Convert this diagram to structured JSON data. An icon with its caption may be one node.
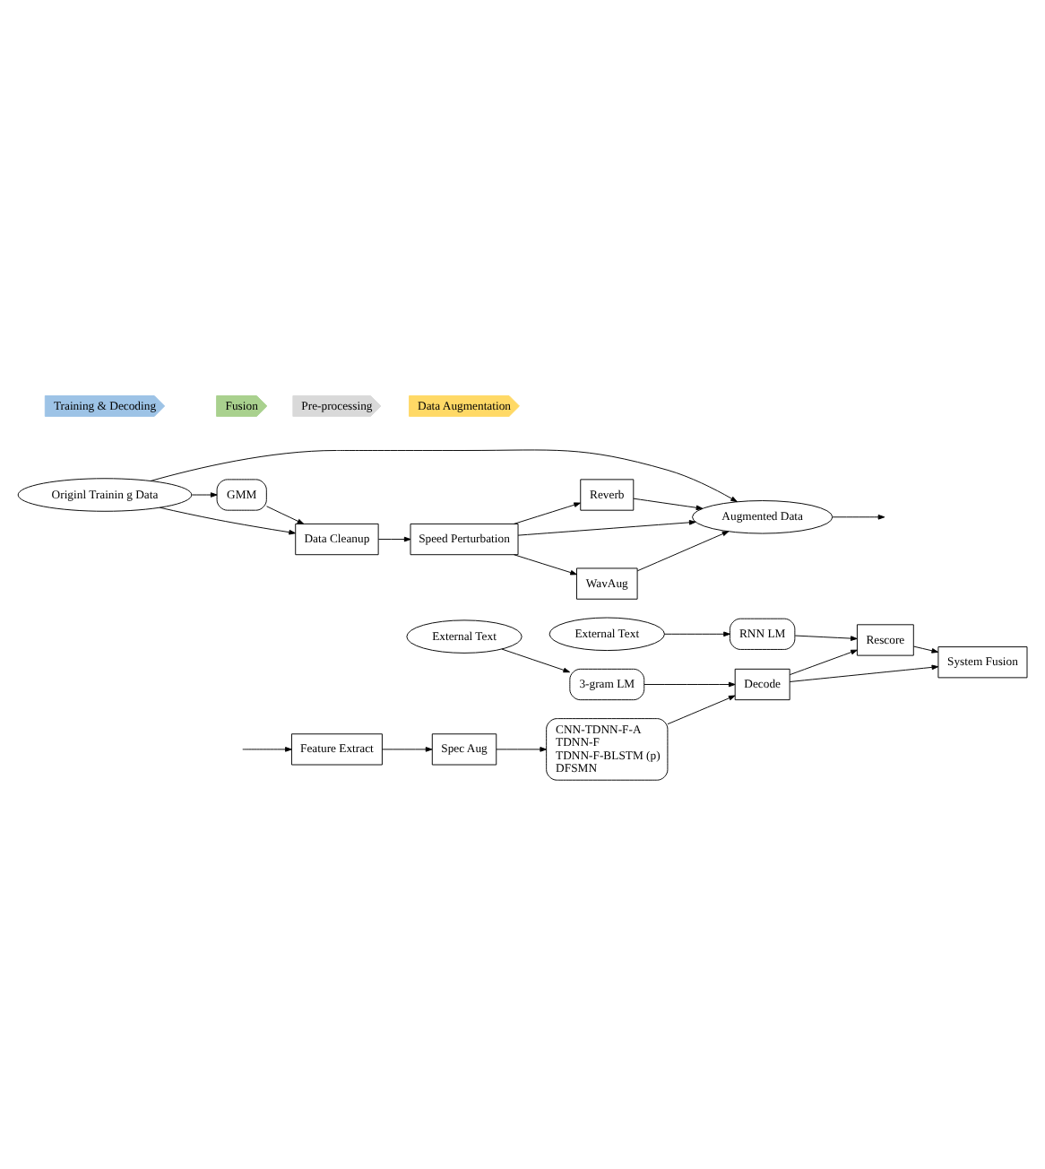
{
  "diagram": {
    "nodes": [
      {
        "text": [
          "Originl Trainin g Data"
        ]
      },
      {
        "text": [
          "GMM"
        ]
      },
      {
        "text": [
          "WavAug"
        ]
      },
      {
        "text": [
          "Reverb"
        ]
      },
      {
        "text": [
          "Augmented Data"
        ]
      },
      {
        "text": [
          "Data Cleanup"
        ]
      },
      {
        "text": [
          "Speed Perturbation"
        ]
      },
      {
        "text": [
          "Pre-processing"
        ]
      },
      {
        "text": [
          "Data Augmentation"
        ]
      },
      {
        "text": [
          "External Text"
        ]
      },
      {
        "text": [
          "3-gram LM"
        ]
      },
      {
        "text": [
          "Feature Extract"
        ]
      },
      {
        "text": [
          "Spec Aug"
        ]
      },
      {
        "text": [
          "CNN-TDNN-F-A",
          "TDNN-F",
          "TDNN-F-BLSTM (p)",
          "DFSMN"
        ]
      },
      {
        "text": [
          "Decode"
        ]
      },
      {
        "text": [
          "System Fusion"
        ]
      },
      {
        "text": [
          "External Text"
        ]
      },
      {
        "text": [
          "RNN LM"
        ]
      },
      {
        "text": [
          "Rescore"
        ]
      },
      {
        "text": [
          "Training & Decoding"
        ]
      },
      {
        "text": [
          "Fusion"
        ]
      }
    ],
    "edges": [
      {
        "from": 0,
        "to": 4,
        "arrow": "to"
      },
      {
        "from": 0,
        "to": 1,
        "arrow": "to"
      },
      {
        "from": 0,
        "to": 5,
        "arrow": "to"
      },
      {
        "from": 1,
        "to": 5,
        "arrow": "to"
      },
      {
        "from": 5,
        "to": 6,
        "arrow": "to"
      },
      {
        "from": 6,
        "to": 2,
        "arrow": "to"
      },
      {
        "from": 6,
        "to": 3,
        "arrow": "to"
      },
      {
        "from": 6,
        "to": 4,
        "arrow": "to"
      },
      {
        "from": 2,
        "to": 4,
        "arrow": "to"
      },
      {
        "from": 3,
        "to": 4,
        "arrow": "to"
      },
      {
        "from": 4,
        "to": null,
        "arrow": "to"
      },
      {
        "from": 9,
        "to": 10,
        "arrow": "to"
      },
      {
        "from": 10,
        "to": 14,
        "arrow": "to"
      },
      {
        "from": null,
        "to": 11,
        "arrow": "to"
      },
      {
        "from": 11,
        "to": 12,
        "arrow": "to"
      },
      {
        "from": 12,
        "to": 13,
        "arrow": "to"
      },
      {
        "from": 13,
        "to": 14,
        "arrow": "to"
      },
      {
        "from": 14,
        "to": 15,
        "arrow": "to"
      },
      {
        "from": 14,
        "to": 18,
        "arrow": "to"
      },
      {
        "from": 16,
        "to": 17,
        "arrow": "to"
      },
      {
        "from": 17,
        "to": 18,
        "arrow": "to"
      },
      {
        "from": 18,
        "to": 15,
        "arrow": "to"
      }
    ]
  }
}
